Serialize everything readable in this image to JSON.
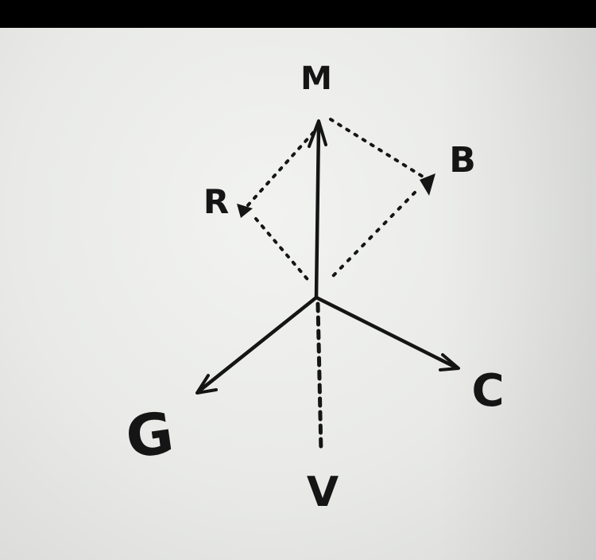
{
  "diagram": {
    "labels": {
      "top": "M",
      "upper_left": "R",
      "upper_right": "B",
      "lower_left": "G",
      "lower_right": "C",
      "bottom": "V"
    }
  }
}
